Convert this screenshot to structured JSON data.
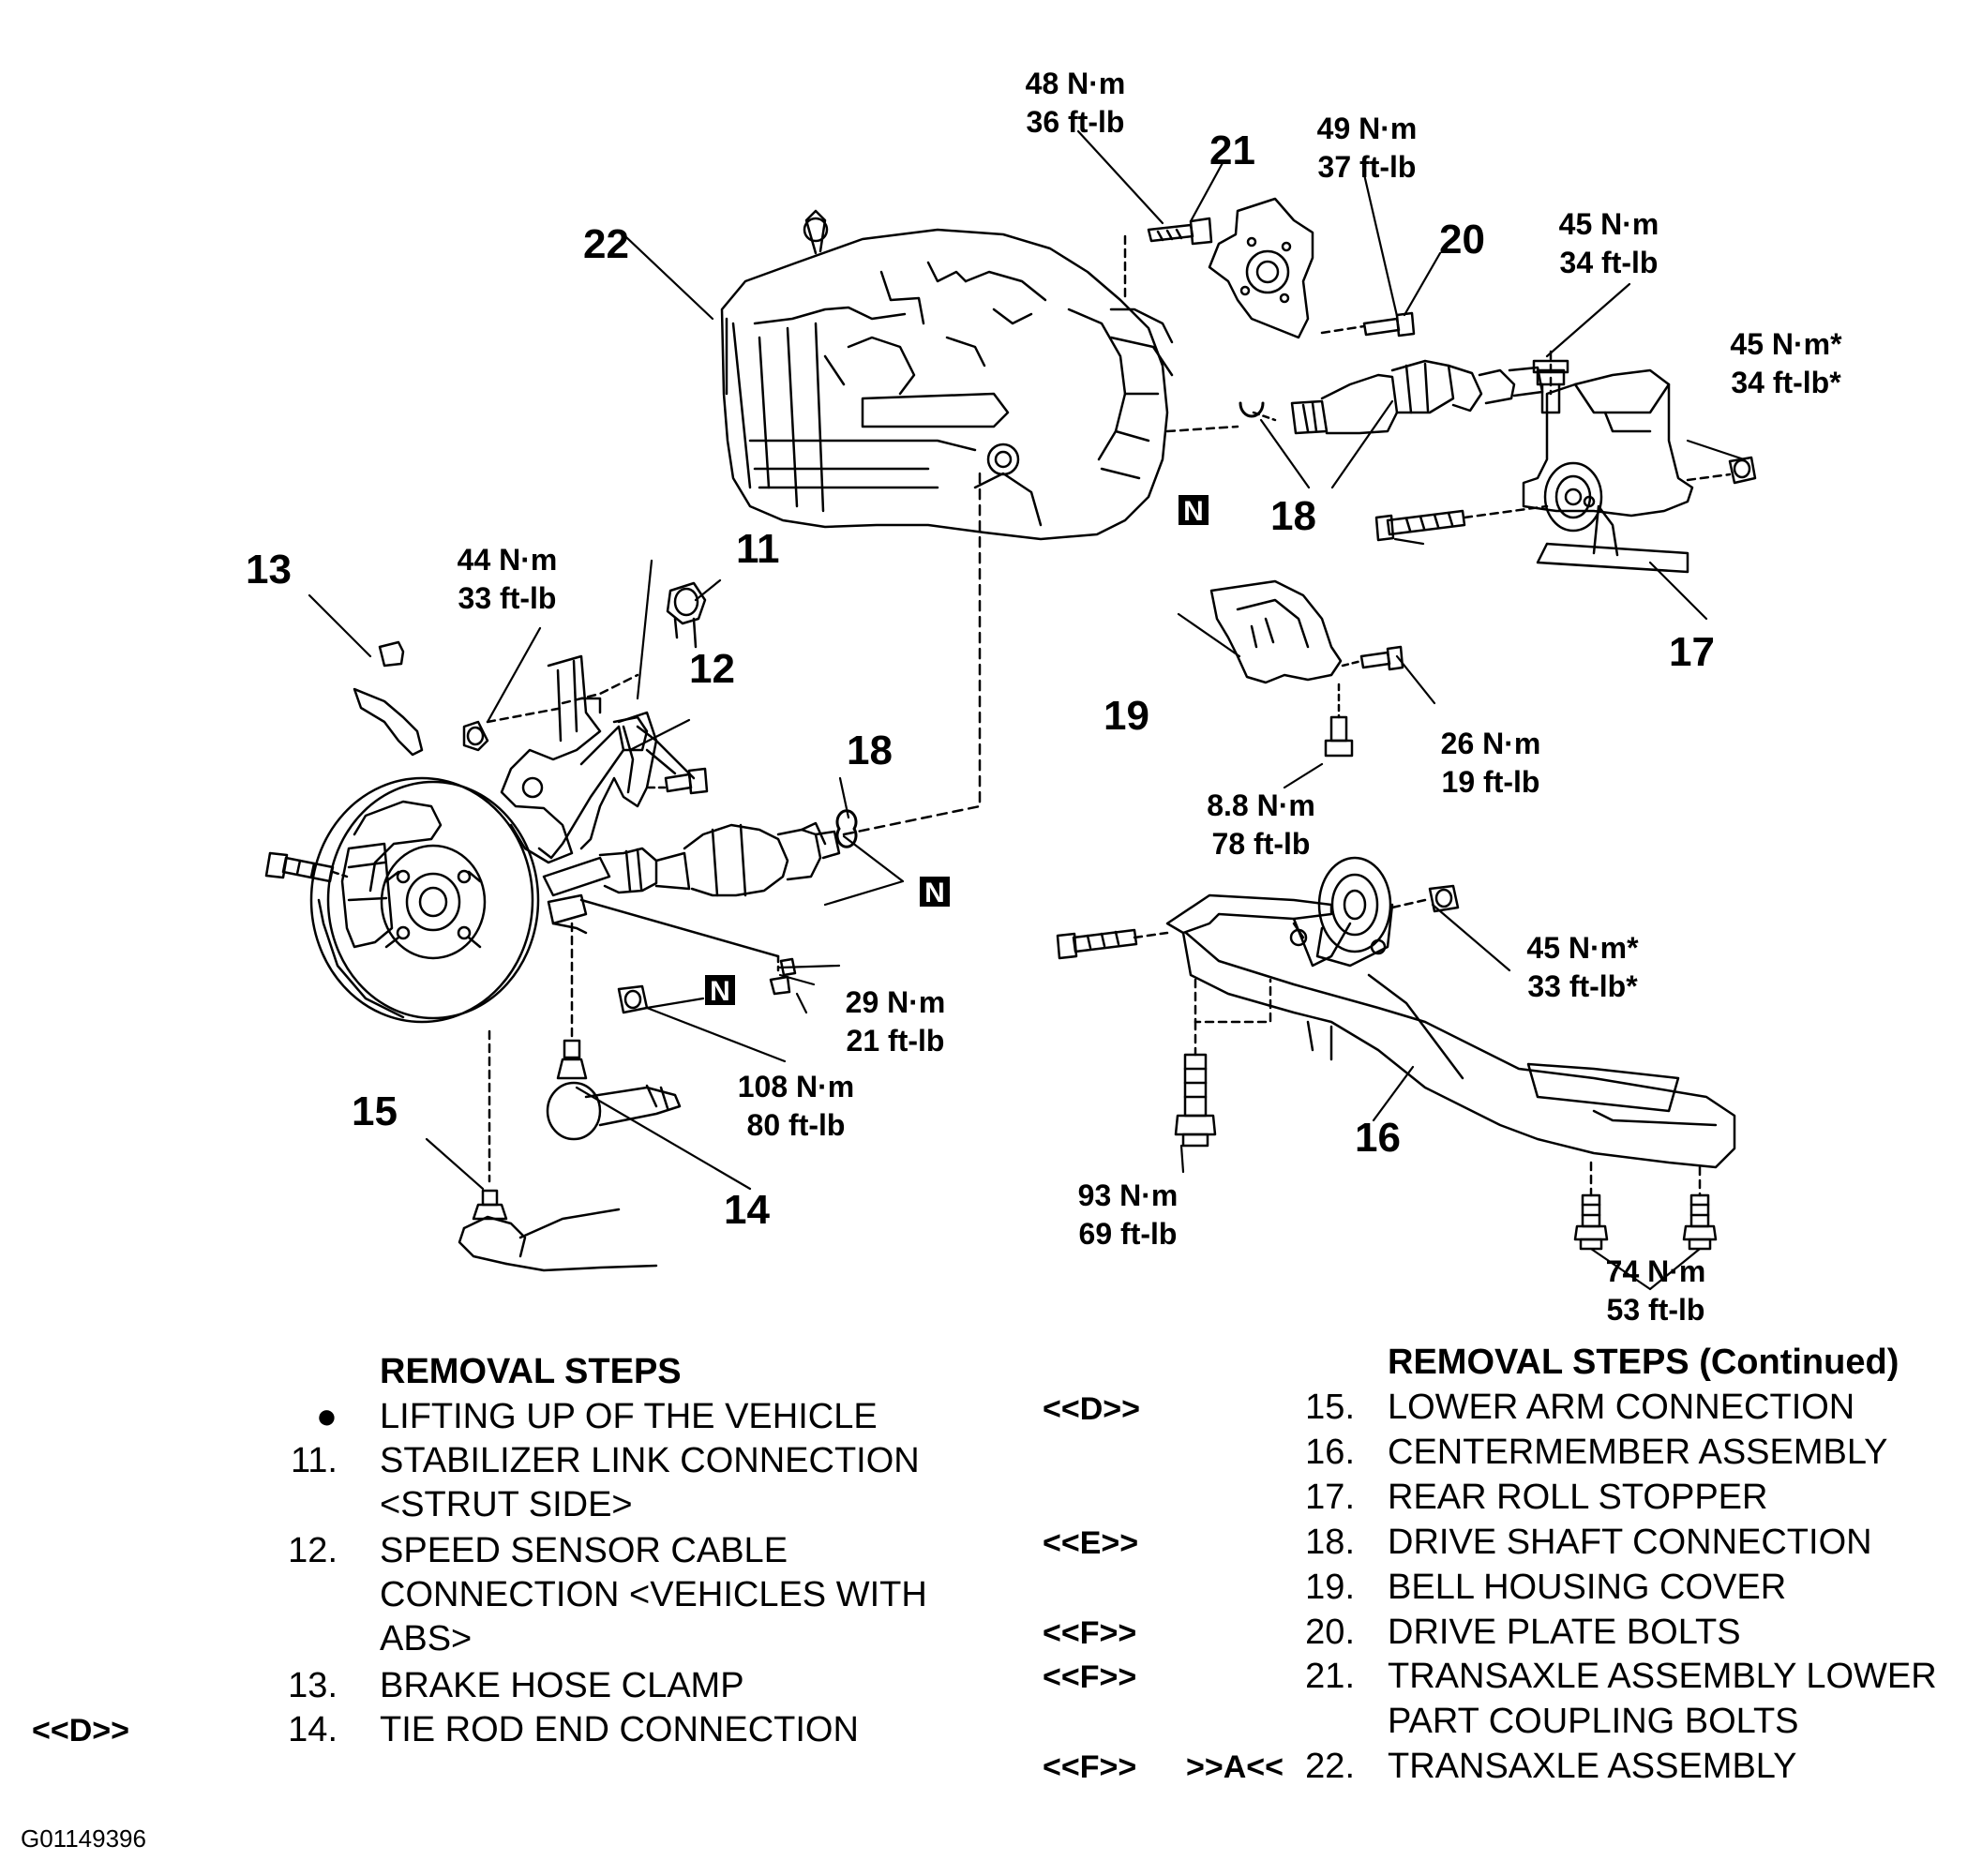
{
  "callouts": [
    "22",
    "21",
    "20",
    "18",
    "17",
    "13",
    "11",
    "12",
    "18",
    "19",
    "15",
    "14",
    "16"
  ],
  "torques": {
    "t48": [
      "48 N·m",
      "36 ft-lb"
    ],
    "t49": [
      "49 N·m",
      "37 ft-lb"
    ],
    "t45a": [
      "45 N·m",
      "34 ft-lb"
    ],
    "t45b": [
      "45 N·m*",
      "34 ft-lb*"
    ],
    "t44": [
      "44 N·m",
      "33 ft-lb"
    ],
    "t26": [
      "26 N·m",
      "19 ft-lb"
    ],
    "t88": [
      "8.8 N·m",
      "78 ft-lb"
    ],
    "t45c": [
      "45 N·m*",
      "33 ft-lb*"
    ],
    "t29": [
      "29 N·m",
      "21 ft-lb"
    ],
    "t108": [
      "108 N·m",
      "80 ft-lb"
    ],
    "t93": [
      "93 N·m",
      "69 ft-lb"
    ],
    "t74": [
      "74 N·m",
      "53 ft-lb"
    ]
  },
  "n_mark": "N",
  "left_steps": {
    "header": "REMOVAL STEPS",
    "items": [
      {
        "no": "●",
        "text": "LIFTING UP OF THE VEHICLE"
      },
      {
        "no": "11.",
        "text": "STABILIZER LINK CONNECTION"
      },
      {
        "no": "",
        "text": "<STRUT SIDE>"
      },
      {
        "no": "12.",
        "text": "SPEED SENSOR CABLE"
      },
      {
        "no": "",
        "text": "CONNECTION <VEHICLES WITH"
      },
      {
        "no": "",
        "text": "ABS>"
      },
      {
        "no": "13.",
        "text": "BRAKE HOSE CLAMP"
      },
      {
        "no": "14.",
        "text": "TIE ROD END CONNECTION",
        "mark": "<<D>>"
      }
    ]
  },
  "right_steps": {
    "header": "REMOVAL STEPS (Continued)",
    "items": [
      {
        "no": "15.",
        "text": "LOWER ARM CONNECTION",
        "mark": "<<D>>"
      },
      {
        "no": "16.",
        "text": "CENTERMEMBER ASSEMBLY"
      },
      {
        "no": "17.",
        "text": "REAR ROLL STOPPER"
      },
      {
        "no": "18.",
        "text": "DRIVE SHAFT CONNECTION",
        "mark": "<<E>>"
      },
      {
        "no": "19.",
        "text": "BELL HOUSING COVER"
      },
      {
        "no": "20.",
        "text": "DRIVE PLATE BOLTS",
        "mark": "<<F>>"
      },
      {
        "no": "21.",
        "text": "TRANSAXLE ASSEMBLY LOWER",
        "mark": "<<F>>"
      },
      {
        "no": "",
        "text": "PART COUPLING BOLTS"
      },
      {
        "no": "22.",
        "text": "TRANSAXLE ASSEMBLY",
        "mark": "<<F>>",
        "mark2": ">>A<<"
      }
    ]
  },
  "figure_id": "G01149396"
}
